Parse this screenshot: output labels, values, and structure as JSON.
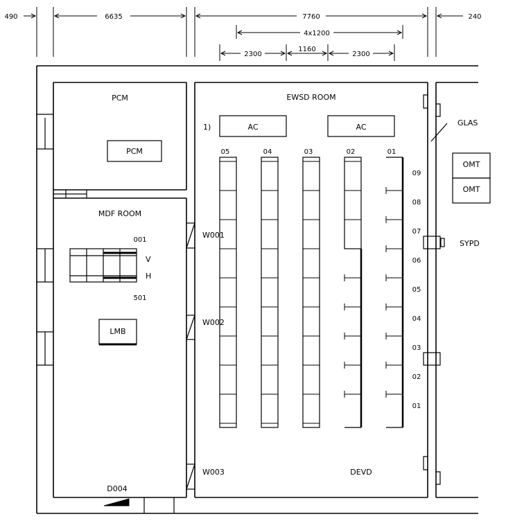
{
  "dimensions": {
    "d490": "490",
    "d6635": "6635",
    "d7760": "7760",
    "d240": "240",
    "d4x1200": "4x1200",
    "d2300a": "2300",
    "d1160": "1160",
    "d2300b": "2300"
  },
  "rooms": {
    "pcm_room": "PCM",
    "pcm_box": "PCM",
    "mdf_room": "MDF ROOM",
    "ewsd_room": "EWSD ROOM"
  },
  "ac": {
    "note": "1)",
    "left": "AC",
    "right": "AC"
  },
  "rows": [
    "05",
    "04",
    "03",
    "02",
    "01"
  ],
  "positions": [
    "09",
    "08",
    "07",
    "06",
    "05",
    "04",
    "03",
    "02",
    "01"
  ],
  "mdf": {
    "top": "001",
    "v": "V",
    "h": "H",
    "bottom": "501",
    "lmb": "LMB",
    "door": "D004"
  },
  "windows": [
    "W001",
    "W002",
    "W003"
  ],
  "devd": "DEVD",
  "right_side": {
    "glas": "GLAS",
    "omt1": "OMT",
    "omt2": "OMT",
    "sypd": "SYPD"
  }
}
